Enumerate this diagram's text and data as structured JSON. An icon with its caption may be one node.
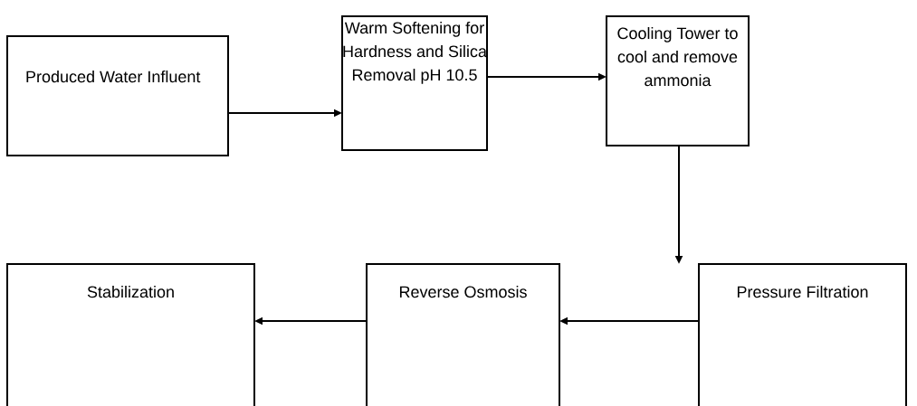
{
  "diagram": {
    "nodes": [
      {
        "text": [
          "Produced Water Influent"
        ]
      },
      {
        "text": [
          "Warm Softening for Hardness and Silica Removal pH 10.5"
        ]
      },
      {
        "text": [
          "Cooling Tower to cool and remove ammonia"
        ]
      },
      {
        "text": [
          "Pressure Filtration"
        ]
      },
      {
        "text": [
          "Reverse Osmosis"
        ]
      },
      {
        "text": [
          "Stabilization"
        ]
      }
    ],
    "edges": [
      {
        "from": 0,
        "to": 1,
        "arrow": "to"
      },
      {
        "from": 1,
        "to": 2,
        "arrow": "to"
      },
      {
        "from": 2,
        "to": 3,
        "arrow": "to"
      },
      {
        "from": 3,
        "to": 4,
        "arrow": "to"
      },
      {
        "from": 4,
        "to": 5,
        "arrow": "to"
      }
    ]
  }
}
